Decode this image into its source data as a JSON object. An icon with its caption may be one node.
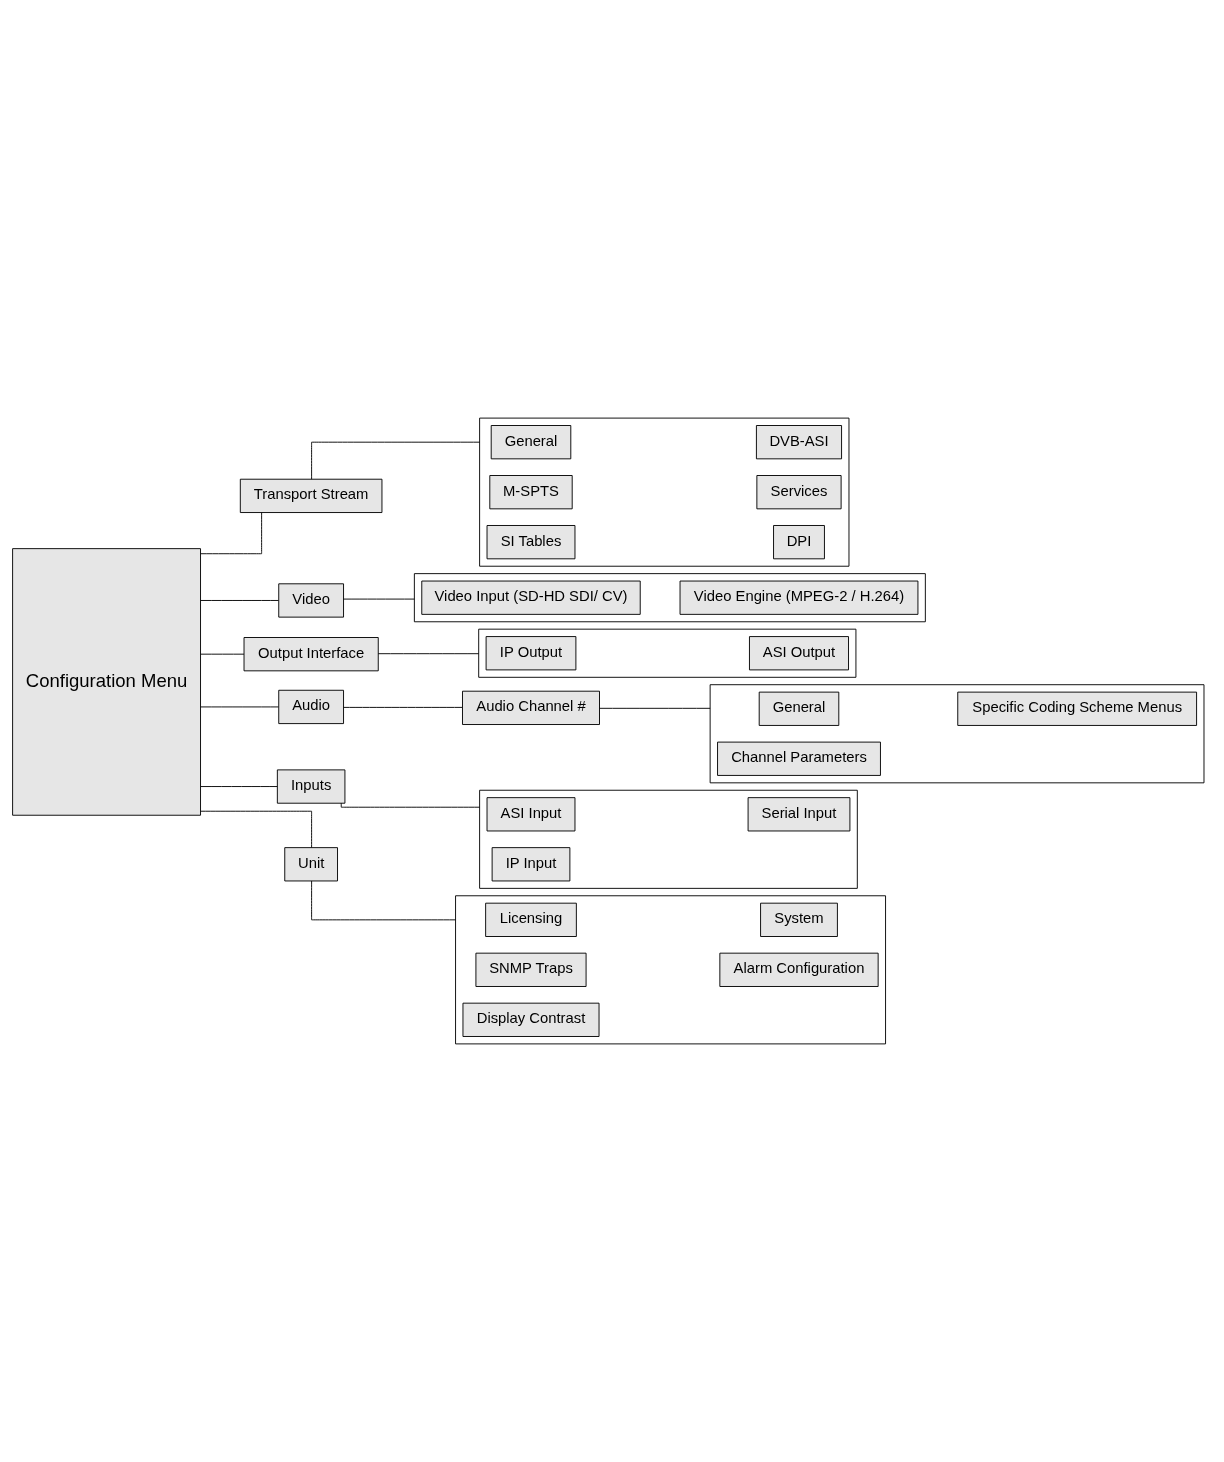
{
  "diagram": {
    "nodes": [
      {
        "text": [
          "Configuration Menu"
        ]
      },
      {
        "text": [
          "Transport Stream"
        ]
      },
      {
        "text": [],
        "shape": "box"
      },
      {
        "text": [
          "General"
        ],
        "in": 2
      },
      {
        "text": [
          "DVB-ASI"
        ],
        "in": 2
      },
      {
        "text": [
          "M-SPTS"
        ],
        "in": 2
      },
      {
        "text": [
          "Services"
        ],
        "in": 2
      },
      {
        "text": [
          "SI Tables"
        ],
        "in": 2
      },
      {
        "text": [
          "DPI"
        ],
        "in": 2
      },
      {
        "text": [
          "Video"
        ]
      },
      {
        "text": [],
        "shape": "box"
      },
      {
        "text": [
          "Video Input (SD-HD SDI/ CV)"
        ],
        "in": 10
      },
      {
        "text": [
          "Video Engine (MPEG-2 / H.264)"
        ],
        "in": 10
      },
      {
        "text": [
          "Audio"
        ]
      },
      {
        "text": [
          "Audio Channel #"
        ]
      },
      {
        "text": [],
        "shape": "box"
      },
      {
        "text": [
          "General"
        ],
        "in": 15
      },
      {
        "text": [
          "Specific Coding Scheme Menus"
        ],
        "in": 15
      },
      {
        "text": [
          "Channel Parameters"
        ],
        "in": 15
      },
      {
        "text": [
          "Output Interface"
        ]
      },
      {
        "text": [],
        "shape": "box"
      },
      {
        "text": [
          "IP Output"
        ],
        "in": 20
      },
      {
        "text": [
          "ASI Output"
        ],
        "in": 20
      },
      {
        "text": [
          "Inputs"
        ]
      },
      {
        "text": [],
        "shape": "box"
      },
      {
        "text": [
          "ASI Input"
        ],
        "in": 24
      },
      {
        "text": [
          "Serial Input"
        ],
        "in": 24
      },
      {
        "text": [
          "IP Input"
        ],
        "in": 24
      },
      {
        "text": [
          "Unit"
        ]
      },
      {
        "text": [],
        "shape": "box"
      },
      {
        "text": [
          "Licensing"
        ],
        "in": 29
      },
      {
        "text": [
          "System"
        ],
        "in": 29
      },
      {
        "text": [
          "SNMP Traps"
        ],
        "in": 29
      },
      {
        "text": [
          "Alarm Configuration"
        ],
        "in": 29
      },
      {
        "text": [
          "Display Contrast"
        ],
        "in": 29
      }
    ],
    "edges": [
      {
        "from": 0,
        "to": 1,
        "arrow": "none"
      },
      {
        "from": 0,
        "to": 9,
        "arrow": "none"
      },
      {
        "from": 0,
        "to": 13,
        "arrow": "none"
      },
      {
        "from": 0,
        "to": 19,
        "arrow": "none"
      },
      {
        "from": 0,
        "to": 23,
        "arrow": "none"
      },
      {
        "from": 0,
        "to": 28,
        "arrow": "none"
      },
      {
        "from": 13,
        "to": 14,
        "arrow": "none"
      },
      {
        "from": 1,
        "to": 2,
        "arrow": "none"
      },
      {
        "from": 9,
        "to": 10,
        "arrow": "none"
      },
      {
        "from": 14,
        "to": 15,
        "arrow": "none"
      },
      {
        "from": 19,
        "to": 20,
        "arrow": "none"
      },
      {
        "from": 23,
        "to": 24,
        "arrow": "none"
      },
      {
        "from": 28,
        "to": 29,
        "arrow": "none"
      }
    ]
  }
}
